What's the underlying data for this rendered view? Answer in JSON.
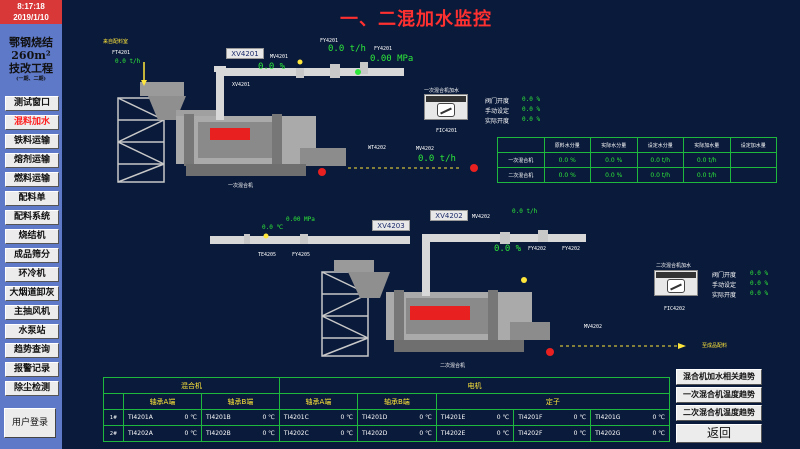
{
  "clock": {
    "time": "8:17:18",
    "date": "2019/1/10"
  },
  "company": {
    "line1": "鄂钢烧结",
    "line2": "260m²",
    "line3": "技改工程",
    "line4": "(一期、二期)"
  },
  "nav": [
    {
      "label": "测试窗口"
    },
    {
      "label": "混料加水"
    },
    {
      "label": "铁料运输"
    },
    {
      "label": "熔剂运输"
    },
    {
      "label": "燃料运输"
    },
    {
      "label": "配料单"
    },
    {
      "label": "配料系统"
    },
    {
      "label": "烧结机"
    },
    {
      "label": "成品筛分"
    },
    {
      "label": "环冷机"
    },
    {
      "label": "大烟道卸灰"
    },
    {
      "label": "主抽风机"
    },
    {
      "label": "水泵站"
    },
    {
      "label": "趋势查询"
    },
    {
      "label": "报警记录"
    },
    {
      "label": "除尘检测"
    }
  ],
  "login": "用户登录",
  "title": "一、二混加水监控",
  "mixer1": {
    "source_label": "来自配料室",
    "ft_tag": "FT4201",
    "ft_value": "0.0 t/h",
    "xv": "XV4201",
    "mv": "MV4201",
    "mv_value": "0.0 %",
    "xv_sub": "XV4201",
    "fy": "FY4201",
    "fy_value": "0.0 t/h",
    "pressure_tag": "FY4201",
    "pressure_value": "0.00 MPa",
    "wt_tag": "WT4202",
    "wt_value": "0.0 t/h",
    "caption": "一次混合机",
    "ctrl_title": "一次混合机加水",
    "ctrl_id": "FIC4201",
    "valve_open_label": "阀门开度",
    "manual_label": "手动设定",
    "actual_label": "实际开度",
    "valve_open": "0.0 %",
    "manual": "0.0 %",
    "actual": "0.0 %"
  },
  "mixer2": {
    "temp_value": "0.0 ℃",
    "temp_tag": "TE4205",
    "fy_tag": "FY4205",
    "pressure_value": "0.00 MPa",
    "xv_a": "XV4203",
    "xv_b": "XV4202",
    "mv": "MV4202",
    "flow_value": "0.0 t/h",
    "mv_value": "0.0 %",
    "fy_a": "FY4202",
    "fy_b": "FY4202",
    "wt_tag": "MV4202",
    "caption": "二次混合机",
    "dest_label": "至成品配料",
    "ctrl_title": "二次混合机加水",
    "ctrl_id": "FIC4202",
    "valve_open_label": "阀门开度",
    "manual_label": "手动设定",
    "actual_label": "实际开度",
    "valve_open": "0.0 %",
    "manual": "0.0 %",
    "actual": "0.0 %"
  },
  "summary": {
    "headers": [
      "",
      "原料水分量",
      "实际水分量",
      "设定水分量",
      "实际加水量",
      "设定加水量"
    ],
    "rows": [
      {
        "name": "一次混合机",
        "cells": [
          "0.0 %",
          "0.0 %",
          "0.0 t/h",
          "0.0 t/h",
          ""
        ]
      },
      {
        "name": "二次混合机",
        "cells": [
          "0.0 %",
          "0.0 %",
          "0.0 t/h",
          "0.0 t/h",
          ""
        ]
      }
    ]
  },
  "temps": {
    "group1": "混合机",
    "group2": "电机",
    "sub": [
      "轴承A端",
      "轴承B端",
      "轴承A端",
      "轴承B端",
      "定子"
    ],
    "rows": [
      {
        "label": "1#",
        "cells": [
          [
            "TI4201A",
            "0 ℃"
          ],
          [
            "TI4201B",
            "0 ℃"
          ],
          [
            "TI4201C",
            "0 ℃"
          ],
          [
            "TI4201D",
            "0 ℃"
          ],
          [
            "TI4201E",
            "0 ℃"
          ],
          [
            "TI4201F",
            "0 ℃"
          ],
          [
            "TI4201G",
            "0 ℃"
          ]
        ]
      },
      {
        "label": "2#",
        "cells": [
          [
            "TI4202A",
            "0 ℃"
          ],
          [
            "TI4202B",
            "0 ℃"
          ],
          [
            "TI4202C",
            "0 ℃"
          ],
          [
            "TI4202D",
            "0 ℃"
          ],
          [
            "TI4202E",
            "0 ℃"
          ],
          [
            "TI4202F",
            "0 ℃"
          ],
          [
            "TI4202G",
            "0 ℃"
          ]
        ]
      }
    ]
  },
  "right_buttons": [
    {
      "label": "混合机加水相关趋势"
    },
    {
      "label": "一次混合机温度趋势"
    },
    {
      "label": "二次混合机温度趋势"
    }
  ],
  "back": "返回"
}
